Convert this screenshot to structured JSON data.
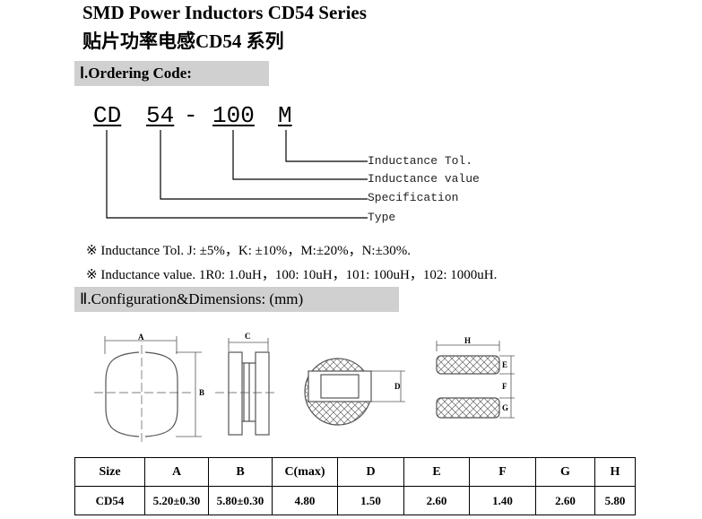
{
  "title_en": "SMD Power Inductors CD54 Series",
  "title_cn": "贴片功率电感CD54 系列",
  "section1": "Ⅰ.Ordering Code:",
  "code": {
    "type": "CD",
    "spec": "54",
    "dash": "-",
    "value": "100",
    "tol": "M"
  },
  "labels": {
    "tol": "Inductance Tol.",
    "value": "Inductance value",
    "spec": "Specification",
    "type": "Type"
  },
  "notes": [
    "※ Inductance Tol. J: ±5%，K: ±10%，M:±20%，N:±30%.",
    "※ Inductance value. 1R0: 1.0uH，100: 10uH，101: 100uH，102: 1000uH."
  ],
  "section2": "Ⅱ.Configuration&Dimensions: (mm)",
  "dim_letters": {
    "A": "A",
    "B": "B",
    "C": "C",
    "D": "D",
    "E": "E",
    "F": "F",
    "G": "G",
    "H": "H"
  },
  "table": {
    "headers": [
      "Size",
      "A",
      "B",
      "C(max)",
      "D",
      "E",
      "F",
      "G",
      "H"
    ],
    "rows": [
      [
        "CD54",
        "5.20±0.30",
        "5.80±0.30",
        "4.80",
        "1.50",
        "2.60",
        "1.40",
        "2.60",
        "5.80"
      ]
    ]
  }
}
